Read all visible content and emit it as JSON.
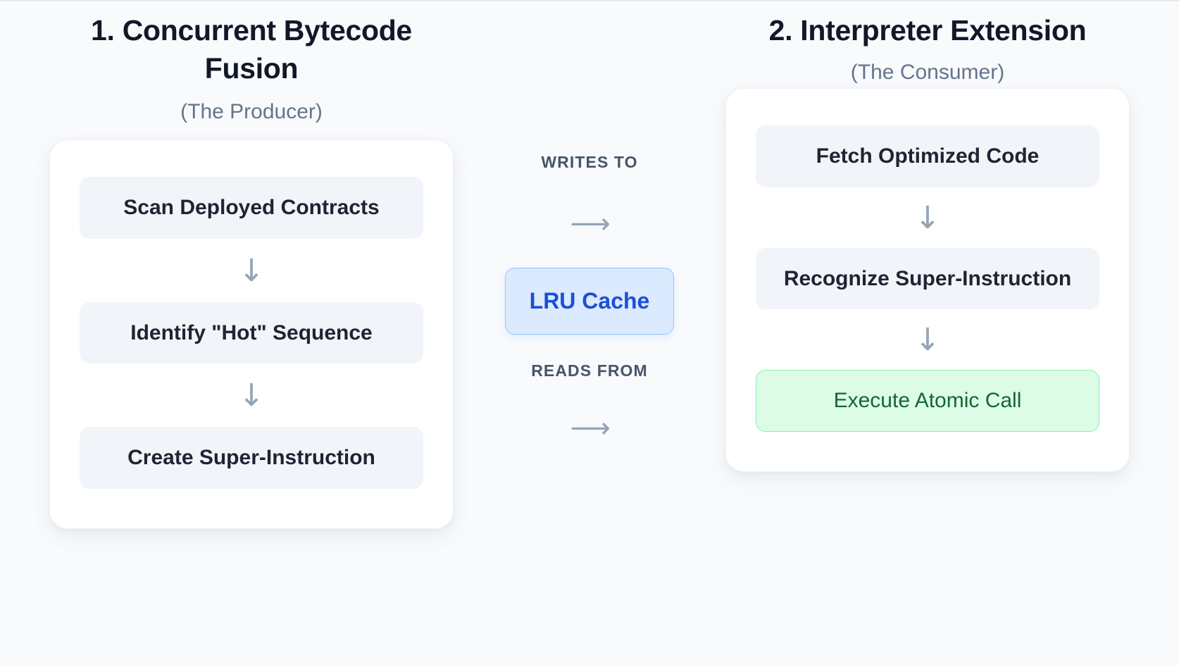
{
  "page": {
    "background_color": "#f8fafc",
    "type": "producer-consumer-flow-diagram"
  },
  "columns": {
    "left": {
      "title": "1. Concurrent Bytecode Fusion",
      "subtitle": "(The Producer)",
      "steps": [
        {
          "label": "Scan Deployed Contracts",
          "style": "default"
        },
        {
          "label": "Identify \"Hot\" Sequence",
          "style": "default"
        },
        {
          "label": "Create Super-Instruction",
          "style": "default"
        }
      ],
      "step_arrow": "↓"
    },
    "right": {
      "title": "2. Interpreter Extension",
      "subtitle": "(The Consumer)",
      "steps": [
        {
          "label": "Fetch Optimized Code",
          "style": "default"
        },
        {
          "label": "Recognize Super-Instruction",
          "style": "default"
        },
        {
          "label": "Execute Atomic Call",
          "style": "success"
        }
      ],
      "step_arrow": "↓"
    },
    "middle": {
      "writes_label": "WRITES TO",
      "reads_label": "READS FROM",
      "writes_arrow": "⟶",
      "reads_arrow": "⟶",
      "cache_label": "LRU Cache"
    }
  },
  "colors": {
    "title_text": "#111827",
    "subtitle_text": "#64748b",
    "step_bg": "#f1f5f9",
    "step_text": "#1e2433",
    "success_bg": "#dcfce7",
    "success_border": "#86efac",
    "success_text": "#166534",
    "cache_bg": "#dbeafe",
    "cache_border": "#93c5fd",
    "cache_text": "#1d4ed8",
    "arrow": "#94a3b8",
    "connector_label": "#475569",
    "card_bg": "#ffffff"
  }
}
